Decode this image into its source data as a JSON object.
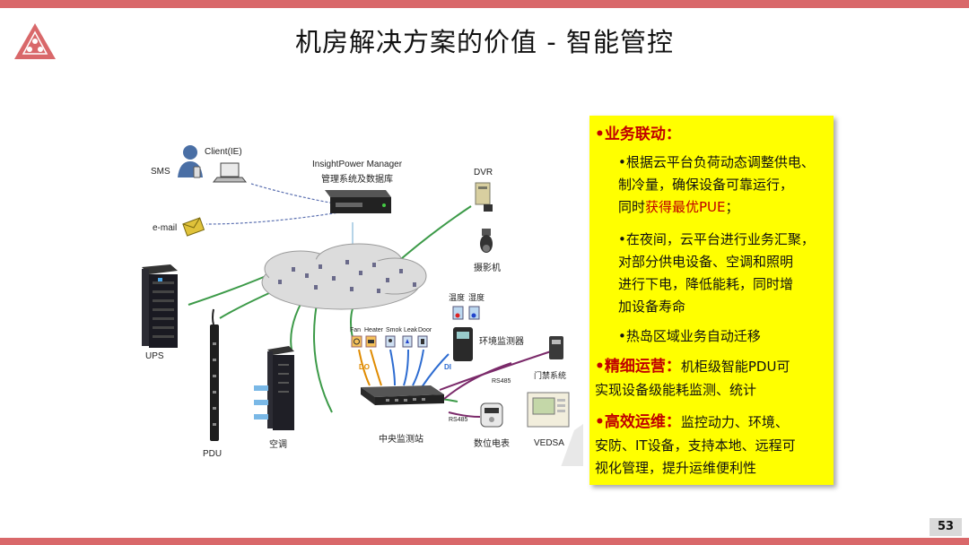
{
  "title": "机房解决方案的价值 - 智能管控",
  "page_number": "53",
  "colors": {
    "bar": "#d9686a",
    "panel": "#ffff00",
    "accent": "#c00000",
    "logo": "#d9686a"
  },
  "diagram": {
    "labels": {
      "client": "Client(IE)",
      "sms": "SMS",
      "email": "e-mail",
      "ipm": "InsightPower Manager",
      "ipm_sub": "管理系统及数据库",
      "dvr": "DVR",
      "camera": "摄影机",
      "ups": "UPS",
      "pdu": "PDU",
      "ac": "空调",
      "temp": "温度",
      "humid": "湿度",
      "fan": "Fan",
      "heater": "Heater",
      "smoke": "Smok",
      "leak": "Leak",
      "door": "Door",
      "do": "DO",
      "di": "DI",
      "env": "环境监测器",
      "access": "门禁系统",
      "rs485a": "RS485",
      "rs485b": "RS485",
      "station": "中央监测站",
      "meter": "数位电表",
      "vedsa": "VEDSA"
    }
  },
  "panel": {
    "h1": "•业务联动：",
    "b1_line1": "•根据云平台负荷动态调整供电、",
    "b1_line2": "制冷量，确保设备可靠运行，",
    "b1_line3a": "同时",
    "b1_line3b": "获得最优PUE",
    "b1_line3c": "；",
    "b2_line1": "•在夜间，云平台进行业务汇聚，",
    "b2_line2": "对部分供电设备、空调和照明",
    "b2_line3": "进行下电，降低能耗，同时增",
    "b2_line4": "加设备寿命",
    "b3": "•热岛区域业务自动迁移",
    "h2": "•精细运营：",
    "h2_text": "机柜级智能PDU可",
    "h2_line2": "实现设备级能耗监测、统计",
    "h3": "•高效运维：",
    "h3_text": "监控动力、环境、",
    "h3_line2": "安防、IT设备，支持本地、远程可",
    "h3_line3": "视化管理，提升运维便利性"
  }
}
